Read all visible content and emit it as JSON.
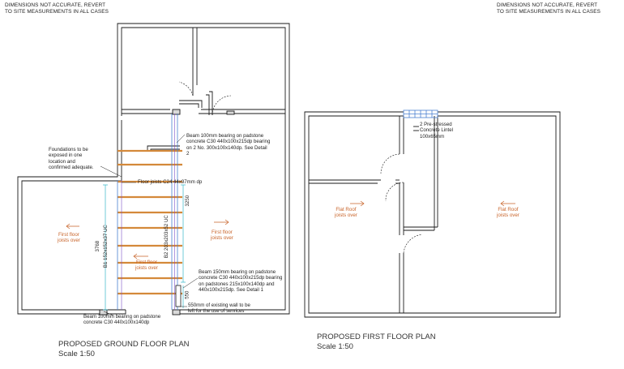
{
  "disclaimer_left": "DIMENSIONS NOT ACCURATE, REVERT\nTO SITE MEASUREMENTS IN ALL CASES",
  "disclaimer_right": "DIMENSIONS NOT ACCURATE, REVERT\nTO SITE MEASUREMENTS IN ALL CASES",
  "ground_plan": {
    "title": "PROPOSED GROUND FLOOR PLAN",
    "scale": "Scale 1:50",
    "annotations": {
      "beam_top": "Beam 100mm bearing on padstone\nconcrete C30 440x100x215dp bearing\non 2 No. 300x100x140dp. See Detail\n2",
      "foundations": "Foundations to be\nexposed in one\nlocation and\nconfirmed adequate.",
      "floor_joists": "Floor joists C24 44x97mm dp",
      "beam_mid": "Beam 150mm bearing on padstone\nconcrete C30 440x100x215dp bearing\non padstones 215x100x140dp and\n440x100x215dp. See Detail 1",
      "wall_note": "550mm of existing wall to be\nleft for the use of services",
      "beam_bottom": "Beam 100mm bearing on padstone\nconcrete C30 440x100x140dp"
    },
    "labels": {
      "joists_left": "First floor\njoists over",
      "joists_right": "First floor\njoists over",
      "joists_centre": "First floor\njoists over"
    },
    "beam_labels": {
      "b1": "B1 152x152x37 UC",
      "b2": "B2 203x203x52 UC"
    },
    "dimensions": {
      "d_left": "3768",
      "d_right": "3250",
      "d_small": "550"
    }
  },
  "first_plan": {
    "title": "PROPOSED FIRST FLOOR PLAN",
    "scale": "Scale 1:50",
    "lintel_note": "2 Pre-stressed\nConcrete Lintel\n100x65mm",
    "roof_left": "Flat Roof\njoists over",
    "roof_right": "Flat Roof\njoists over"
  },
  "colors": {
    "wall": "#1a1a1a",
    "joist": "#d4893a",
    "beam_blue": "#4a7fd0",
    "beam_purple": "#7a4fc8",
    "dim_cyan": "#35b6c8",
    "label_orange": "#c8642a"
  }
}
